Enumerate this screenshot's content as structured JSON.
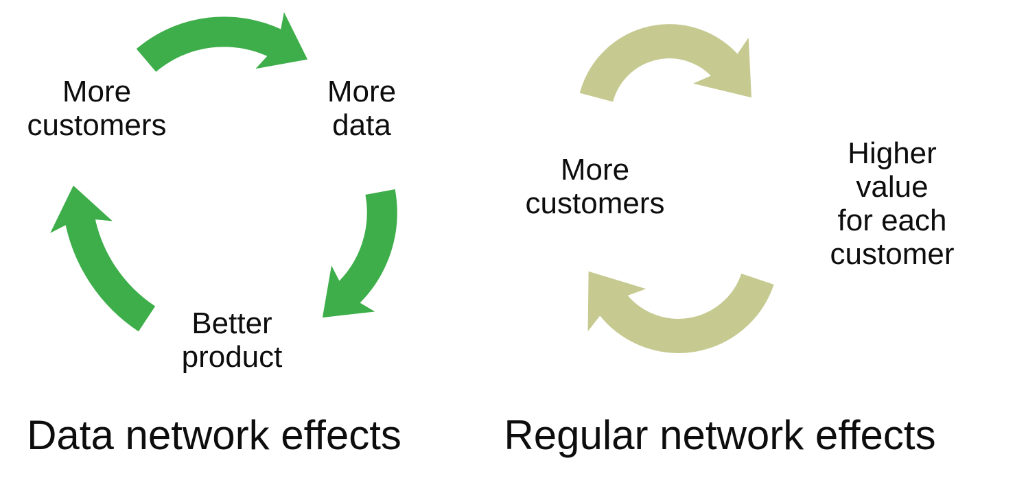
{
  "page": {
    "background": "#ffffff"
  },
  "colors": {
    "green": "#3eae4a",
    "olive": "#c6ca90",
    "text": "#0d0d0d"
  },
  "left_diagram": {
    "title": "Data network effects",
    "nodes": {
      "more_customers": "More\ncustomers",
      "more_data": "More\ndata",
      "better_product": "Better\nproduct"
    },
    "arrows": [
      "more-customers-to-more-data",
      "more-data-to-better-product",
      "better-product-to-more-customers"
    ]
  },
  "right_diagram": {
    "title": "Regular network effects",
    "nodes": {
      "more_customers": "More\ncustomers",
      "higher_value": "Higher value\nfor each\ncustomer"
    },
    "arrows": [
      "more-customers-to-higher-value",
      "higher-value-to-more-customers"
    ]
  }
}
